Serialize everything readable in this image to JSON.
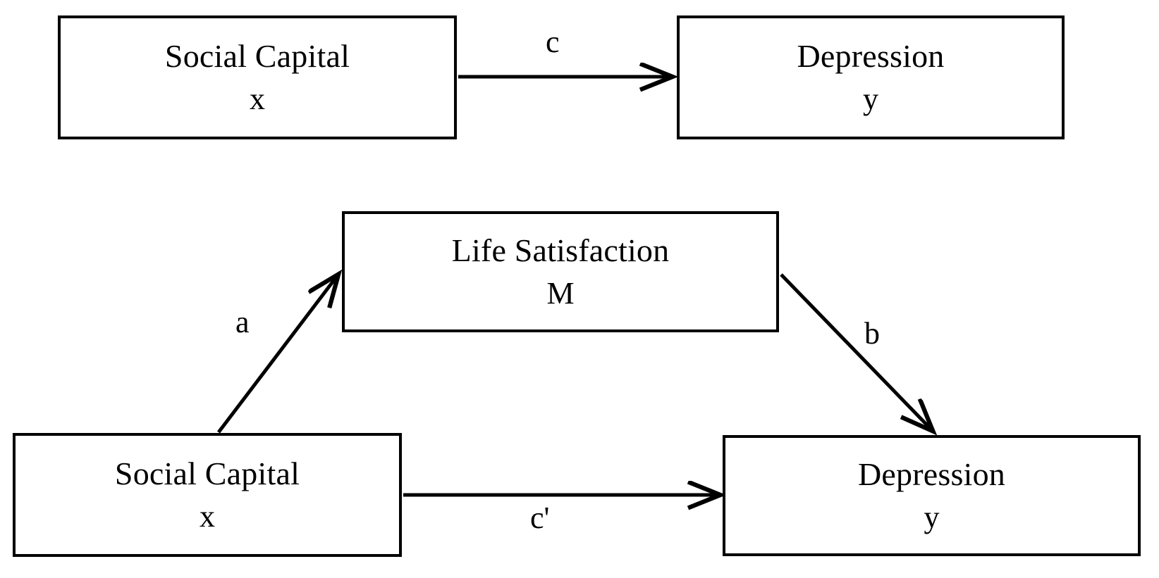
{
  "diagram": {
    "type": "mediation-model",
    "title": "",
    "panels": [
      {
        "name": "total-effect-model",
        "nodes": [
          {
            "id": "x-top",
            "title": "Social Capital",
            "symbol": "x"
          },
          {
            "id": "y-top",
            "title": "Depression",
            "symbol": "y"
          }
        ],
        "paths": [
          {
            "id": "c",
            "label": "c",
            "from": "x-top",
            "to": "y-top"
          }
        ]
      },
      {
        "name": "mediation-model",
        "nodes": [
          {
            "id": "m",
            "title": "Life Satisfaction",
            "symbol": "M"
          },
          {
            "id": "x-bottom",
            "title": "Social Capital",
            "symbol": "x"
          },
          {
            "id": "y-bottom",
            "title": "Depression",
            "symbol": "y"
          }
        ],
        "paths": [
          {
            "id": "a",
            "label": "a",
            "from": "x-bottom",
            "to": "m"
          },
          {
            "id": "b",
            "label": "b",
            "from": "m",
            "to": "y-bottom"
          },
          {
            "id": "c-prime",
            "label": "c'",
            "from": "x-bottom",
            "to": "y-bottom"
          }
        ]
      }
    ],
    "colors": {
      "stroke": "#000000",
      "fill": "#ffffff",
      "text": "#000000"
    }
  },
  "boxes": {
    "top_left": {
      "title": "Social Capital",
      "symbol": "x"
    },
    "top_right": {
      "title": "Depression",
      "symbol": "y"
    },
    "mediator": {
      "title": "Life Satisfaction",
      "symbol": "M"
    },
    "bottom_left": {
      "title": "Social Capital",
      "symbol": "x"
    },
    "bottom_right": {
      "title": "Depression",
      "symbol": "y"
    }
  },
  "labels": {
    "c": "c",
    "a": "a",
    "b": "b",
    "c_prime": "c'"
  }
}
